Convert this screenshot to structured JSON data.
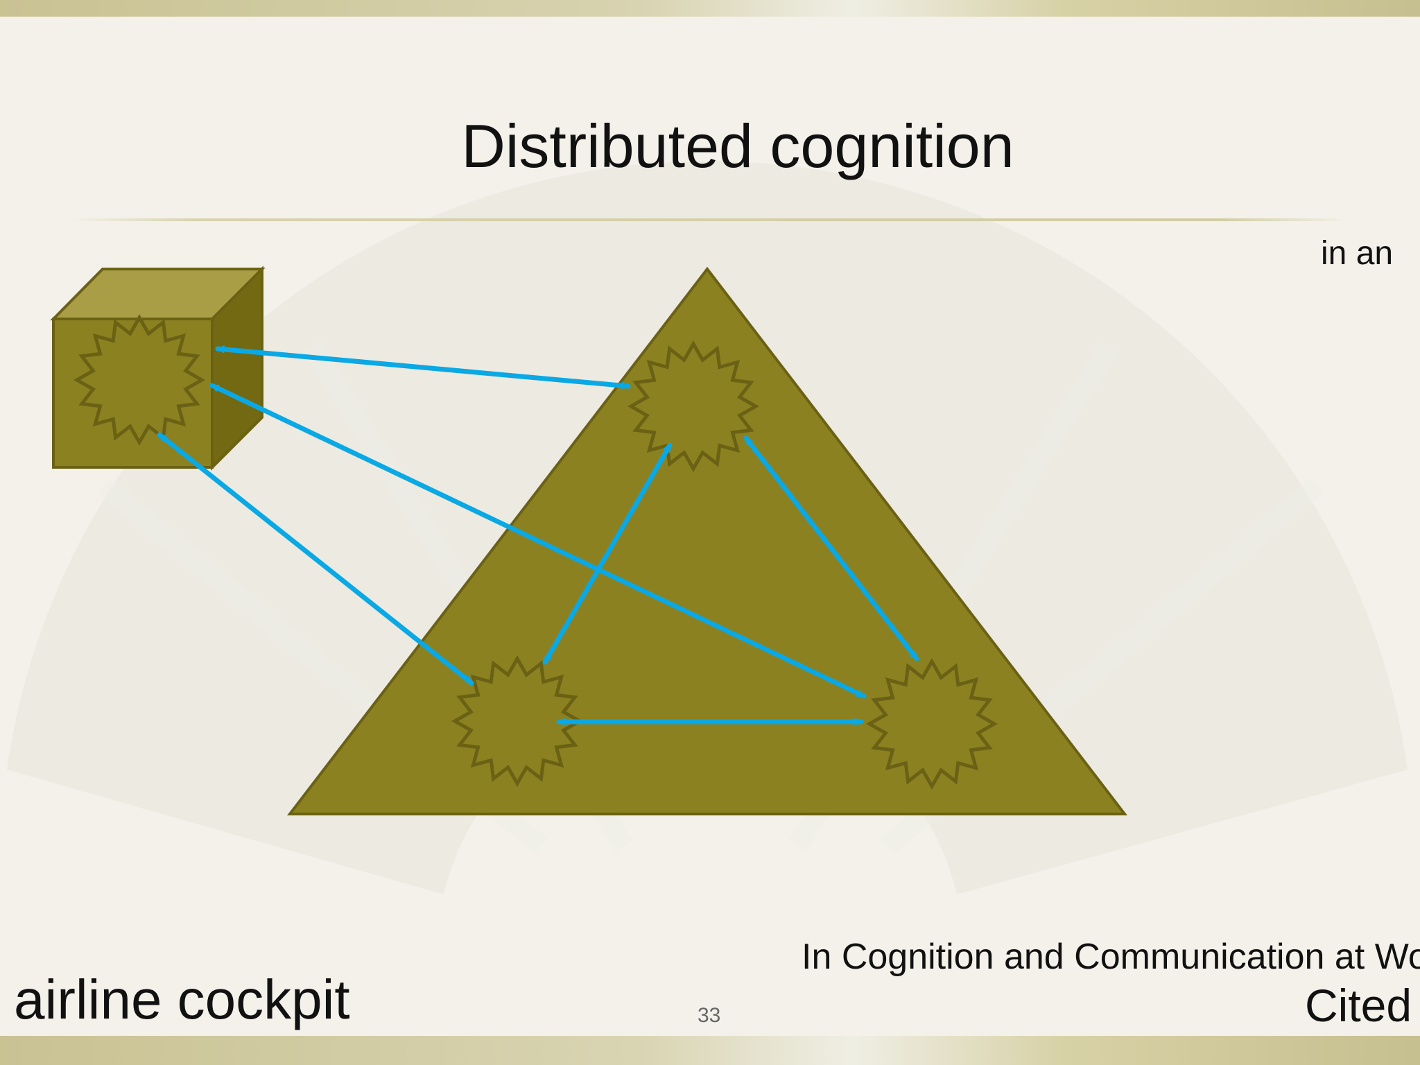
{
  "slide": {
    "title": "Distributed cognition",
    "fragment_top_right": "in an",
    "fragment_bottom_left": "airline cockpit",
    "citation_line": "In Cognition and Communication at Wo",
    "citation_cited": "Cited",
    "page_number": "33"
  },
  "colors": {
    "shape_fill": "#8c8120",
    "shape_stroke": "#6b6114",
    "cube_top": "#a99e46",
    "cube_side": "#726912",
    "arrow": "#0aa8e4",
    "background": "#f3f1ea"
  },
  "diagram": {
    "nodes": [
      {
        "id": "cube-agent",
        "icon": "starburst-icon"
      },
      {
        "id": "top-agent",
        "icon": "starburst-icon"
      },
      {
        "id": "bottom-left-agent",
        "icon": "starburst-icon"
      },
      {
        "id": "bottom-right-agent",
        "icon": "starburst-icon"
      }
    ],
    "edges": [
      {
        "from": "cube-agent",
        "to": "top-agent",
        "bidirectional": true
      },
      {
        "from": "cube-agent",
        "to": "bottom-right-agent",
        "bidirectional": true
      },
      {
        "from": "cube-agent",
        "to": "bottom-left-agent",
        "bidirectional": true
      },
      {
        "from": "top-agent",
        "to": "bottom-left-agent",
        "bidirectional": true
      },
      {
        "from": "top-agent",
        "to": "bottom-right-agent",
        "bidirectional": true
      },
      {
        "from": "bottom-left-agent",
        "to": "bottom-right-agent",
        "bidirectional": true
      }
    ]
  }
}
